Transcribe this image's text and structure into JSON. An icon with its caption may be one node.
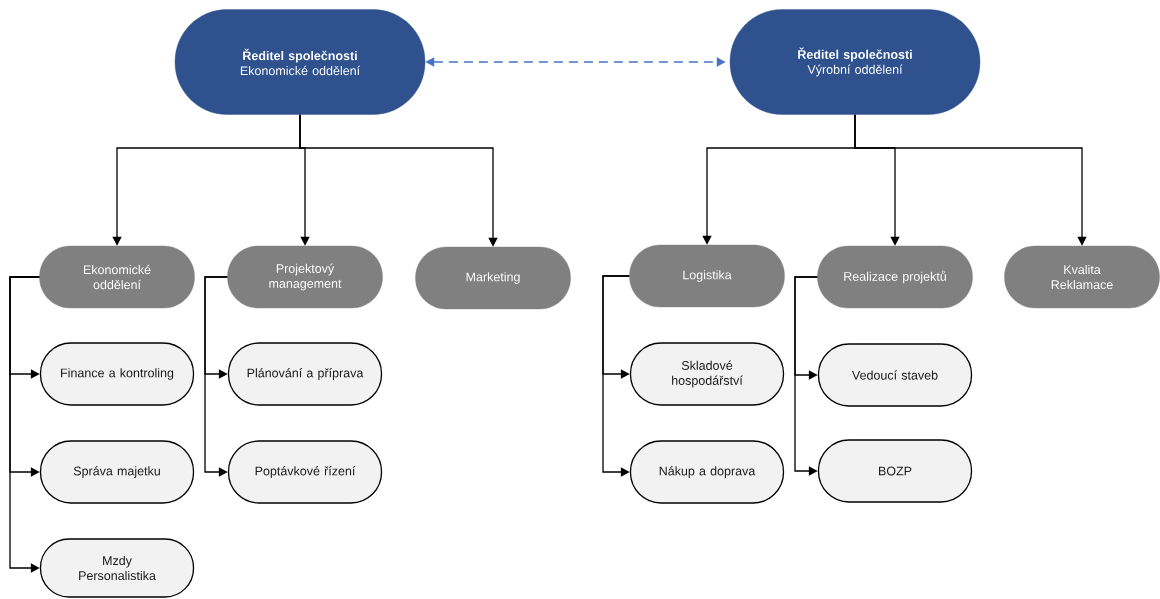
{
  "diagram": {
    "nodes": [
      {
        "text": [
          "Ředitel společnosti",
          "Ekonomické oddělení"
        ]
      },
      {
        "text": [
          "Ředitel společnosti",
          "Výrobní oddělení"
        ]
      },
      {
        "text": [
          "Ekonomické oddělení"
        ]
      },
      {
        "text": [
          "Projektový management"
        ]
      },
      {
        "text": [
          "Marketing"
        ]
      },
      {
        "text": [
          "Logistika"
        ]
      },
      {
        "text": [
          "Realizace projektů"
        ]
      },
      {
        "text": [
          "Kvalita Reklamace"
        ]
      },
      {
        "text": [
          "Finance a kontroling"
        ]
      },
      {
        "text": [
          "Správa majetku"
        ]
      },
      {
        "text": [
          "Mzdy Personalistika"
        ]
      },
      {
        "text": [
          "Plánování a příprava"
        ]
      },
      {
        "text": [
          "Poptávkové řízení"
        ]
      },
      {
        "text": [
          "Skladové hospodářství"
        ]
      },
      {
        "text": [
          "Nákup a doprava"
        ]
      },
      {
        "text": [
          "Vedoucí staveb"
        ]
      },
      {
        "text": [
          "BOZP"
        ]
      }
    ],
    "edges": [
      {
        "from": 0,
        "to": 1,
        "arrow": "both",
        "style": "dashed",
        "color": "#4472c4"
      },
      {
        "from": 0,
        "to": 2,
        "arrow": "to"
      },
      {
        "from": 0,
        "to": 3,
        "arrow": "to"
      },
      {
        "from": 0,
        "to": 4,
        "arrow": "to"
      },
      {
        "from": 1,
        "to": 5,
        "arrow": "to"
      },
      {
        "from": 1,
        "to": 6,
        "arrow": "to"
      },
      {
        "from": 1,
        "to": 7,
        "arrow": "to"
      },
      {
        "from": 2,
        "to": 8,
        "arrow": "to"
      },
      {
        "from": 2,
        "to": 9,
        "arrow": "to"
      },
      {
        "from": 2,
        "to": 10,
        "arrow": "to"
      },
      {
        "from": 3,
        "to": 11,
        "arrow": "to"
      },
      {
        "from": 3,
        "to": 12,
        "arrow": "to"
      },
      {
        "from": 5,
        "to": 13,
        "arrow": "to"
      },
      {
        "from": 5,
        "to": 14,
        "arrow": "to"
      },
      {
        "from": 6,
        "to": 15,
        "arrow": "to"
      },
      {
        "from": 6,
        "to": 16,
        "arrow": "to"
      }
    ]
  }
}
